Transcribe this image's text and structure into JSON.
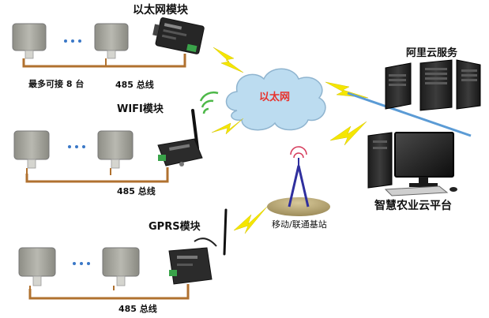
{
  "labels": {
    "ethernet_module": "以太网模块",
    "max_connect": "最多可接 8 台",
    "bus_485_top": "485 总线",
    "wifi_module": "WIFI模块",
    "bus_485_mid": "485 总线",
    "gprs_module": "GPRS模块",
    "bus_485_bottom": "485 总线",
    "ethernet_cloud": "以太网",
    "aliyun_service": "阿里云服务",
    "base_station": "移动/联通基站",
    "smart_agri_platform": "智慧农业云平台"
  },
  "icons": {
    "sensor": "wall-mount-sensor-icon",
    "ellipsis": "ellipsis-dots",
    "gateway": "gateway-module-icon",
    "lightning": "lightning-bolt-icon",
    "cloud": "cloud-icon",
    "server": "server-tower-icon",
    "antenna": "antenna-tower-icon",
    "computer": "desktop-computer-icon"
  },
  "colors": {
    "bus_line": "#b0712f",
    "cloud_fill": "#bcdcf0",
    "cloud_text": "#e8322c",
    "lightning": "#f5e600",
    "ethernet_link": "#5b9bd5",
    "antenna": "#2f2f9e",
    "module_body": "#2a2a2a"
  }
}
